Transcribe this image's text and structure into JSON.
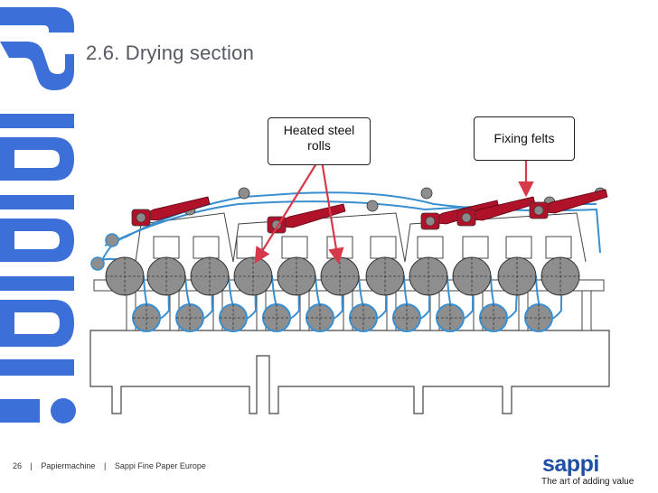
{
  "slide": {
    "title": "2.6. Drying section",
    "brand_color": "#3d6fd8"
  },
  "callouts": {
    "heated_rolls": "Heated steel\nrolls",
    "fixing_felts": "Fixing felts"
  },
  "diagram": {
    "felt_color": "#3a8fd0",
    "frame_color": "#b0122a",
    "roll_color": "#8e8e8e",
    "arrow_color": "#d8394a"
  },
  "footer": {
    "page_number": "26",
    "separator": "|",
    "section": "Papiermachine",
    "company": "Sappi Fine Paper Europe"
  },
  "logo": {
    "word": "sappi",
    "tagline": "The art of adding value"
  }
}
